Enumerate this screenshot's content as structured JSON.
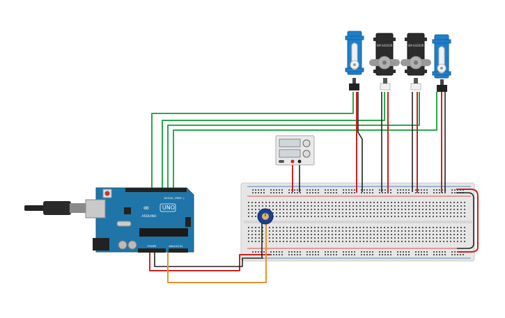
{
  "arduino": {
    "brand": "ARDUINO",
    "model": "UNO",
    "digital_label": "DIGITAL (PWM~)",
    "power_label": "POWER",
    "analog_label": "ANALOG IN"
  },
  "servos": [
    {
      "body": "blue",
      "label": ""
    },
    {
      "body": "black",
      "label": "SM-S4303R"
    },
    {
      "body": "black",
      "label": "SM-S4303R"
    },
    {
      "body": "blue",
      "label": ""
    }
  ],
  "colors": {
    "arduino": "#1f75a8",
    "breadboard": "#e8e8e8",
    "wire_green": "#2aa84a",
    "wire_red": "#cc1f1f",
    "wire_black": "#222222",
    "wire_orange": "#e8922a",
    "servo_blue": "#1f7fc9",
    "servo_black": "#2b2b2b"
  }
}
